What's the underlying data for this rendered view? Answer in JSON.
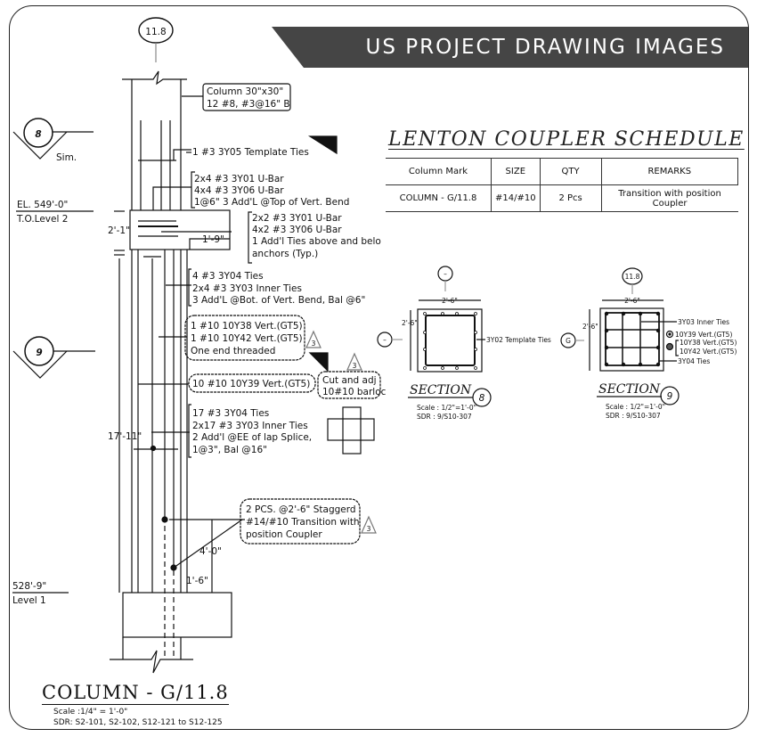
{
  "banner": {
    "title": "US PROJECT DRAWING IMAGES",
    "bg_color": "#454545",
    "text_color": "#ffffff"
  },
  "elevation": {
    "grid_bubble_top": "11.8",
    "column_label": [
      "Column 30\"x30\"",
      "12 #8, #3@16\" B"
    ],
    "section_markers": [
      {
        "number": "8",
        "note": "Sim."
      },
      {
        "number": "9"
      }
    ],
    "levels": [
      {
        "elevation": "EL. 549'-0\"",
        "name": "T.O.Level 2"
      },
      {
        "elevation": "528'-9\"",
        "name": "Level 1"
      }
    ],
    "dimensions": {
      "bend_height": "2'-1\"",
      "offset": "1'-9\"",
      "column_height": "17'-11\"",
      "coupler_spacing": "4'-0\"",
      "coupler_start": "1'-6\""
    },
    "notes": {
      "template_ties": "1 #3 3Y05  Template Ties",
      "u_bars_top": [
        "2x4 #3 3Y01  U-Bar",
        "4x4 #3 3Y06  U-Bar",
        "1@6\" 3 Add'L @Top of Vert. Bend"
      ],
      "u_bars_mid": [
        "2x2 #3 3Y01  U-Bar",
        "4x2 #3 3Y06  U-Bar",
        "1 Add'l Ties above and belo",
        "anchors (Typ.)"
      ],
      "ties_a": [
        "4 #3 3Y04  Ties",
        "2x4 #3 3Y03  Inner Ties",
        "3 Add'L @Bot. of Vert. Bend, Bal @6\""
      ],
      "vert_cloud_1": [
        "1 #10 10Y38  Vert.(GT5)",
        "1 #10 10Y42  Vert.(GT5)",
        "One end threaded"
      ],
      "vert_cloud_2": "10 #10 10Y39  Vert.(GT5)",
      "cut_note": [
        "Cut and adj",
        "10#10 barloc"
      ],
      "ties_b": [
        "17 #3 3Y04  Ties",
        "2x17 #3 3Y03  Inner Ties",
        "2 Add'l @EE of lap Splice,",
        "1@3\", Bal @16\""
      ],
      "coupler_cloud": [
        "2 PCS. @2'-6\" Staggerd",
        "#14/#10 Transition with",
        "position Coupler"
      ],
      "revision_tag": "3"
    },
    "title": "COLUMN  -  G/11.8",
    "scale": "Scale :1/4\" = 1'-0\"",
    "sdr": "SDR: S2-101, S2-102, S12-121 to S12-125"
  },
  "schedule": {
    "title": "LENTON  COUPLER  SCHEDULE",
    "headers": [
      "Column Mark",
      "SIZE",
      "QTY",
      "REMARKS"
    ],
    "rows": [
      [
        "COLUMN - G/11.8",
        "#14/#10",
        "2 Pcs",
        "Transition with position Coupler"
      ]
    ]
  },
  "sections": [
    {
      "number": "8",
      "label": "SECTION",
      "grid_top": "–",
      "grid_left": "–",
      "width_dim": "2'-6\"",
      "height_dim": "2'-6\"",
      "callouts": [
        "3Y02  Template Ties"
      ],
      "scale": "Scale : 1/2\"=1'-0\"",
      "sdr": "SDR : 9/S10-307"
    },
    {
      "number": "9",
      "label": "SECTION",
      "grid_top": "11.8",
      "grid_left": "G",
      "width_dim": "2'-6\"",
      "height_dim": "2'-6\"",
      "callouts": [
        "3Y03  Inner Ties",
        "10Y39  Vert.(GT5)",
        "10Y38  Vert.(GT5)",
        "10Y42  Vert.(GT5)",
        "3Y04  Ties"
      ],
      "scale": "Scale : 1/2\"=1'-0\"",
      "sdr": "SDR : 9/S10-307"
    }
  ]
}
